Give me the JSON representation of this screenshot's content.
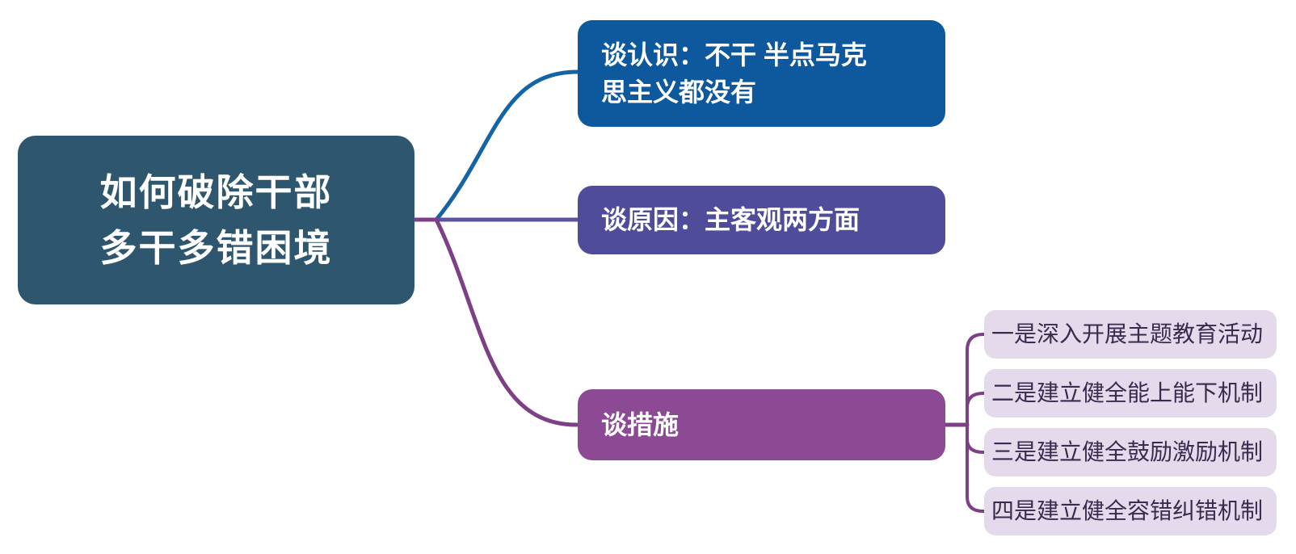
{
  "root": {
    "label": "如何破除干部\n多干多错困境"
  },
  "branches": [
    {
      "label": "谈认识：不干 半点马克\n思主义都没有"
    },
    {
      "label": "谈原因：主客观两方面"
    },
    {
      "label": "谈措施"
    }
  ],
  "measures": [
    {
      "label": "一是深入开展主题教育活动"
    },
    {
      "label": "二是建立健全能上能下机制"
    },
    {
      "label": "三是建立健全鼓励激励机制"
    },
    {
      "label": "四是建立健全容错纠错机制"
    }
  ],
  "colors": {
    "background": "#ffffff",
    "root_bg": "#2e576f",
    "branch1_bg": "#0e589d",
    "branch2_bg": "#4f4d99",
    "branch3_bg": "#8b4a93",
    "leaf_bg": "#e5daec",
    "leaf_text": "#3a2a4e",
    "node_text": "#ffffff",
    "connector_blue": "#1565a5",
    "connector_violet": "#5a54a2",
    "connector_purple": "#7d4086"
  }
}
